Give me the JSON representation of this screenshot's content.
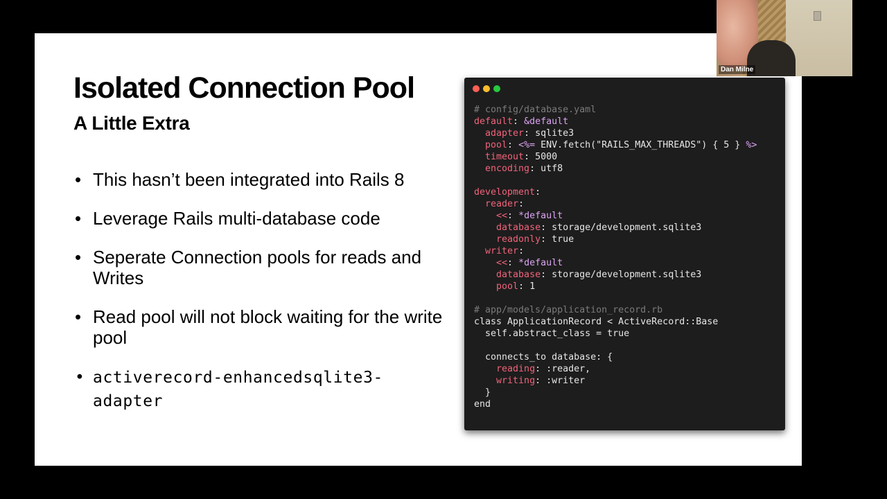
{
  "slide": {
    "title": "Isolated Connection Pool",
    "subtitle": "A Little Extra",
    "bullets": [
      "This hasn’t been integrated into Rails 8",
      "Leverage Rails multi-database code",
      "Seperate Connection pools for reads and Writes",
      "Read pool will not block waiting for the write pool"
    ],
    "mono_bullet": "activerecord-enhancedsqlite3-adapter"
  },
  "code": {
    "lines": [
      "# config/database.yaml",
      "default: &default",
      "  adapter: sqlite3",
      "  pool: <%= ENV.fetch(\"RAILS_MAX_THREADS\") { 5 } %>",
      "  timeout: 5000",
      "  encoding: utf8",
      "",
      "development:",
      "  reader:",
      "    <<: *default",
      "    database: storage/development.sqlite3",
      "    readonly: true",
      "  writer:",
      "    <<: *default",
      "    database: storage/development.sqlite3",
      "    pool: 1",
      "",
      "# app/models/application_record.rb",
      "class ApplicationRecord < ActiveRecord::Base",
      "  self.abstract_class = true",
      "",
      "  connects_to database: {",
      "    reading: :reader,",
      "    writing: :writer",
      "  }",
      "end"
    ]
  },
  "webcam": {
    "participant_name": "Dan Milne"
  },
  "colors": {
    "background": "#000000",
    "slide": "#ffffff",
    "code_bg": "#1d1d1d",
    "code_key": "#f0637a",
    "code_comment": "#7a7a7a",
    "code_anchor": "#dba3f2"
  }
}
